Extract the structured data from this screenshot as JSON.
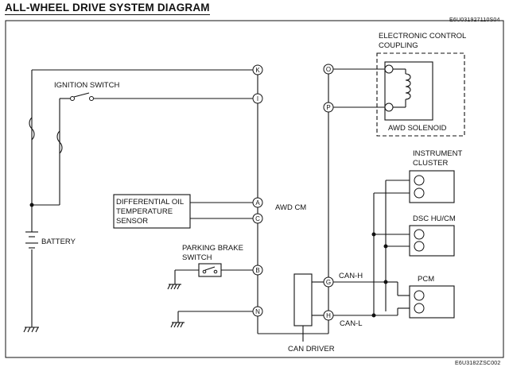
{
  "title": "ALL-WHEEL DRIVE SYSTEM DIAGRAM",
  "code_top": "E6U031927110S04",
  "code_bottom": "E6U3182ZSC002",
  "labels": {
    "ecc_line1": "ELECTRONIC CONTROL",
    "ecc_line2": "COUPLING",
    "awd_solenoid": "AWD SOLENOID",
    "ignition_switch": "IGNITION SWITCH",
    "battery": "BATTERY",
    "diff_line1": "DIFFERENTIAL OIL",
    "diff_line2": "TEMPERATURE",
    "diff_line3": "SENSOR",
    "parking_line1": "PARKING BRAKE",
    "parking_line2": "SWITCH",
    "awd_cm": "AWD CM",
    "can_driver": "CAN DRIVER",
    "can_h": "CAN-H",
    "can_l": "CAN-L",
    "instrument_line1": "INSTRUMENT",
    "instrument_line2": "CLUSTER",
    "dsc": "DSC HU/CM",
    "pcm": "PCM"
  },
  "pins": {
    "K": "K",
    "I": "I",
    "A": "A",
    "C": "C",
    "B": "B",
    "N": "N",
    "O": "O",
    "P": "P",
    "G": "G",
    "H": "H"
  }
}
